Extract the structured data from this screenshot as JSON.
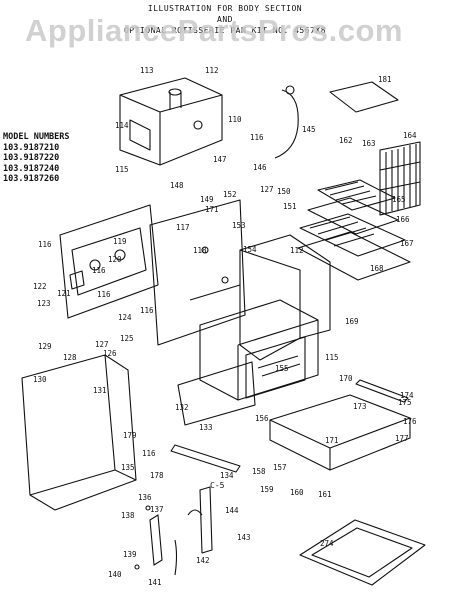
{
  "header": {
    "title_line1": "ILLUSTRATION FOR BODY SECTION",
    "title_line2": "AND",
    "title_line3": "OPTIONAL ROTISSERIE PAN KIT NO. 4567X8"
  },
  "watermark": "AppliancePartsPros.com",
  "models": {
    "heading": "MODEL NUMBERS",
    "list": [
      "103.9187210",
      "103.9187220",
      "103.9187240",
      "103.9187260"
    ]
  },
  "parts": [
    {
      "n": "113"
    },
    {
      "n": "112"
    },
    {
      "n": "114"
    },
    {
      "n": "110"
    },
    {
      "n": "116"
    },
    {
      "n": "145"
    },
    {
      "n": "181"
    },
    {
      "n": "115"
    },
    {
      "n": "147"
    },
    {
      "n": "146"
    },
    {
      "n": "162"
    },
    {
      "n": "163"
    },
    {
      "n": "164"
    },
    {
      "n": "148"
    },
    {
      "n": "149"
    },
    {
      "n": "127"
    },
    {
      "n": "150"
    },
    {
      "n": "151"
    },
    {
      "n": "165"
    },
    {
      "n": "166"
    },
    {
      "n": "167"
    },
    {
      "n": "168"
    },
    {
      "n": "152"
    },
    {
      "n": "171"
    },
    {
      "n": "116"
    },
    {
      "n": "117"
    },
    {
      "n": "119"
    },
    {
      "n": "153"
    },
    {
      "n": "122"
    },
    {
      "n": "120"
    },
    {
      "n": "116"
    },
    {
      "n": "118"
    },
    {
      "n": "154"
    },
    {
      "n": "112"
    },
    {
      "n": "121"
    },
    {
      "n": "116"
    },
    {
      "n": "123"
    },
    {
      "n": "124"
    },
    {
      "n": "116"
    },
    {
      "n": "169"
    },
    {
      "n": "125"
    },
    {
      "n": "127"
    },
    {
      "n": "129"
    },
    {
      "n": "126"
    },
    {
      "n": "128"
    },
    {
      "n": "155"
    },
    {
      "n": "115"
    },
    {
      "n": "130"
    },
    {
      "n": "131"
    },
    {
      "n": "170"
    },
    {
      "n": "174"
    },
    {
      "n": "175"
    },
    {
      "n": "132"
    },
    {
      "n": "173"
    },
    {
      "n": "156"
    },
    {
      "n": "176"
    },
    {
      "n": "179"
    },
    {
      "n": "133"
    },
    {
      "n": "171"
    },
    {
      "n": "116"
    },
    {
      "n": "177"
    },
    {
      "n": "135"
    },
    {
      "n": "178"
    },
    {
      "n": "134"
    },
    {
      "n": "158"
    },
    {
      "n": "157"
    },
    {
      "n": "136"
    },
    {
      "n": "137"
    },
    {
      "n": "159"
    },
    {
      "n": "160"
    },
    {
      "n": "161"
    },
    {
      "n": "138"
    },
    {
      "n": "144"
    },
    {
      "n": "143"
    },
    {
      "n": "274"
    },
    {
      "n": "139"
    },
    {
      "n": "142"
    },
    {
      "n": "140"
    },
    {
      "n": "141"
    }
  ],
  "page_label": "C-5"
}
